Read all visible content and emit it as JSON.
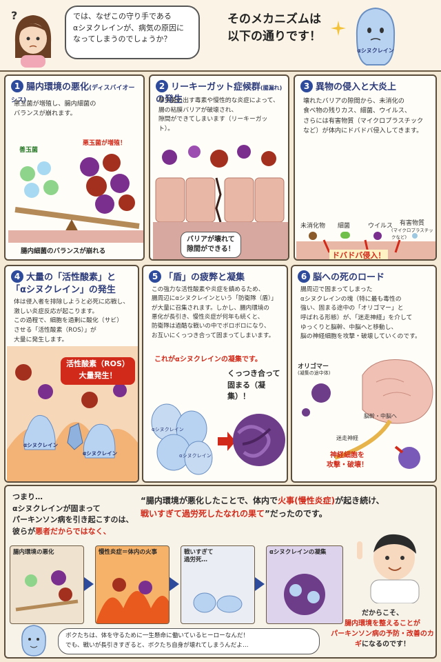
{
  "header": {
    "bubble": "では、なぜこの守り手である\nαシヌクレインが、病気の原因に\nなってしまうのでしょうか？",
    "title": "そのメカニズムは\n以下の通りです！",
    "mascot_label": "αシヌクレイン"
  },
  "panels": [
    {
      "num": "1",
      "title": "腸内環境の悪化",
      "title_sub": "(ディスバイオーシス)",
      "body": "悪玉菌が増殖し、腸内細菌の\nバランスが崩れます。",
      "labels": {
        "good": "善玉菌",
        "bad": "悪玉菌が増殖！",
        "balance": "腸内細菌のバランスが崩れる"
      }
    },
    {
      "num": "2",
      "title": "リーキーガット症候群",
      "title_sub": "(腸漏れ)",
      "title_end": "の発生",
      "body": "悪玉菌の出す毒素や慢性的な炎症によって、\n腸の粘膜バリアが破壊され、\n隙間ができてしまいます（リーキーガット）。",
      "caption": "バリアが壊れて\n隙間ができる！"
    },
    {
      "num": "3",
      "title": "異物の侵入と大炎上",
      "body": "壊れたバリアの隙間から、未消化の\n食べ物の残りカス、細菌、ウイルス、\nさらには有害物質（マイクロプラスチック\nなど）が体内にドバドバ侵入してきます。",
      "labels": {
        "food": "未消化物",
        "bacteria": "細菌",
        "virus": "ウイルス",
        "harm": "有害物質",
        "harm_sub": "(マイクロプラスチックなど)",
        "invade": "ドバドバ侵入！"
      }
    },
    {
      "num": "4",
      "title": "大量の「活性酸素」と\n「αシヌクレイン」の発生",
      "body": "体は侵入者を排除しようと必死に応戦し、\n激しい炎症反応が起こります。\nこの過程で、細胞を過剰に酸化（サビ）\nさせる「活性酸素（ROS）」が\n大量に発生します。",
      "callout": "活性酸素（ROS）\n大量発生！",
      "char1": "αシヌクレイン",
      "char2": "αシヌクレイン"
    },
    {
      "num": "5",
      "title": "「盾」の疲弊と凝集",
      "body": "この強力な活性酸素や炎症を鎮めるため、\n腸周辺にαシヌクレインという「防衛隊（盾）」\nが大量に召集されます。しかし、腸内環境の\n悪化が長引き、慢性炎症が何年も続くと、\n防衛隊は過酷な戦いの中でボロボロになり、\nお互いにくっつき合って固まってしまいます。",
      "highlight": "これがαシヌクレインの凝集です。",
      "caption": "くっつき合って\n固まる（凝集）！",
      "tags": [
        "αシヌクレイン",
        "αシヌクレイン"
      ]
    },
    {
      "num": "6",
      "title": "脳への死のロード",
      "body": "腸周辺で固まってしまった\nαシヌクレインの塊（特に最も毒性の\n強い、固まる途中の「オリゴマー」と\n呼ばれる形態）が、「迷走神経」を介して\nゆっくりと脳幹、中脳へと移動し、\n脳の神経細胞を攻撃・破壊していくのです。",
      "labels": {
        "oligomer": "オリゴマー",
        "oligomer_sub": "(凝集の途中体)",
        "brainstem": "脳幹・中脳へ",
        "vagus": "迷走神経",
        "attack": "神経細胞を\n攻撃・破壊！"
      }
    }
  ],
  "summary": {
    "left": "つまり…\nαシヌクレインが固まって\nパーキンソン病を引き起こすのは、\n彼らが",
    "left_red": "悪者だからではなく、",
    "quote_open": "“腸内環境が悪化したことで、体内で",
    "quote_red1": "火事",
    "quote_red2": "(慢性炎症)",
    "quote_mid": "が起き続け、",
    "quote_red3": "戦いすぎて過労死したなれの果て",
    "quote_end": "”だったのです。",
    "steps": [
      "腸内環境の悪化",
      "慢性炎症＝体内の火事",
      "戦いすぎて\n過労死…",
      "αシヌクレインの凝集"
    ],
    "mascot_talk": "ボクたちは、体を守るために一生懸命に働いているヒーローなんだ！\nでも、戦いが長引きすぎると、ボクたち自身が壊れてしまうんだよ…",
    "doctor_lead": "だからこそ、",
    "doctor_red": "腸内環境を整えることが\nパーキンソン病の予防・改善の",
    "doctor_key": "カギ",
    "doctor_end": "になるのです！"
  },
  "colors": {
    "accent": "#2d4b9a",
    "red": "#d12a1a",
    "gut": "#e8b3a1",
    "germ": "#7a2f8e"
  }
}
